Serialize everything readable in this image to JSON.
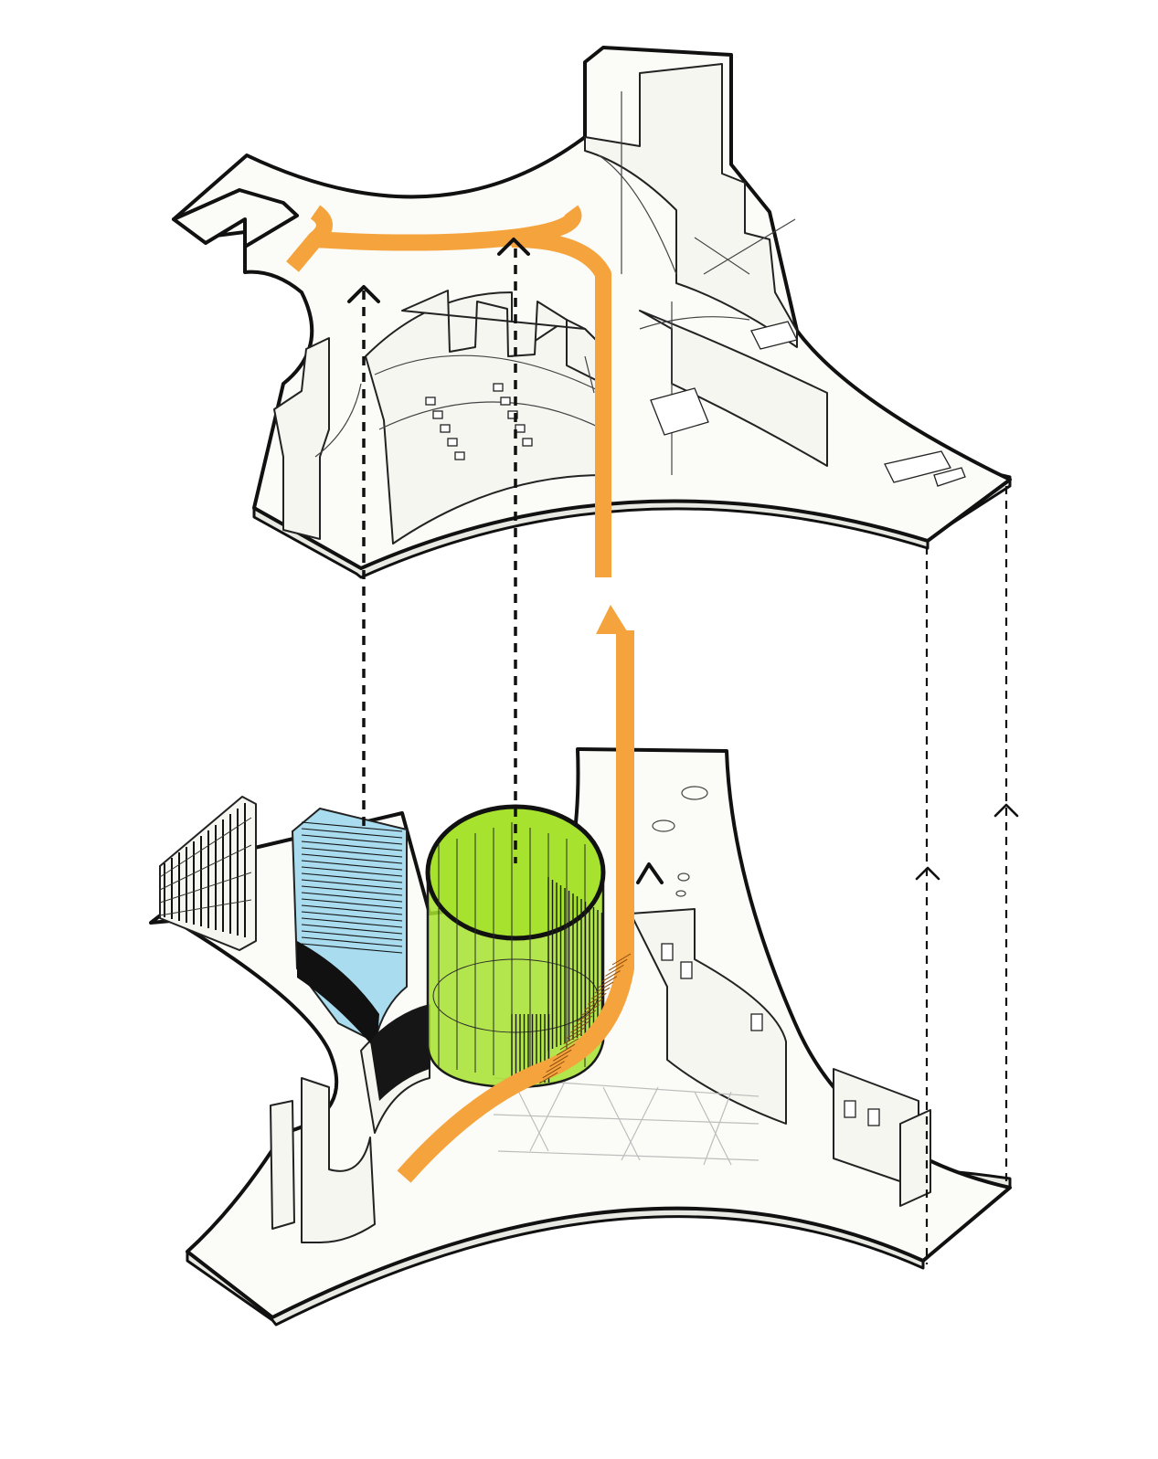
{
  "colors": {
    "circulation": "#f5a33c",
    "glass_volume": "#a6e22e",
    "glass_volume_stroke": "#1a1a1a",
    "blue_panel": "#a9dcee",
    "floor_fill": "#fbfbf7",
    "line": "#111111"
  },
  "diagram": {
    "upper_floor": "upper-floor-plate",
    "lower_floor": "ground-floor-plate",
    "vertical_links": 5,
    "circulation_direction": "up"
  },
  "icons": {
    "up_marker": "chevron-up-icon",
    "arrow_head": "arrow-up-icon"
  }
}
